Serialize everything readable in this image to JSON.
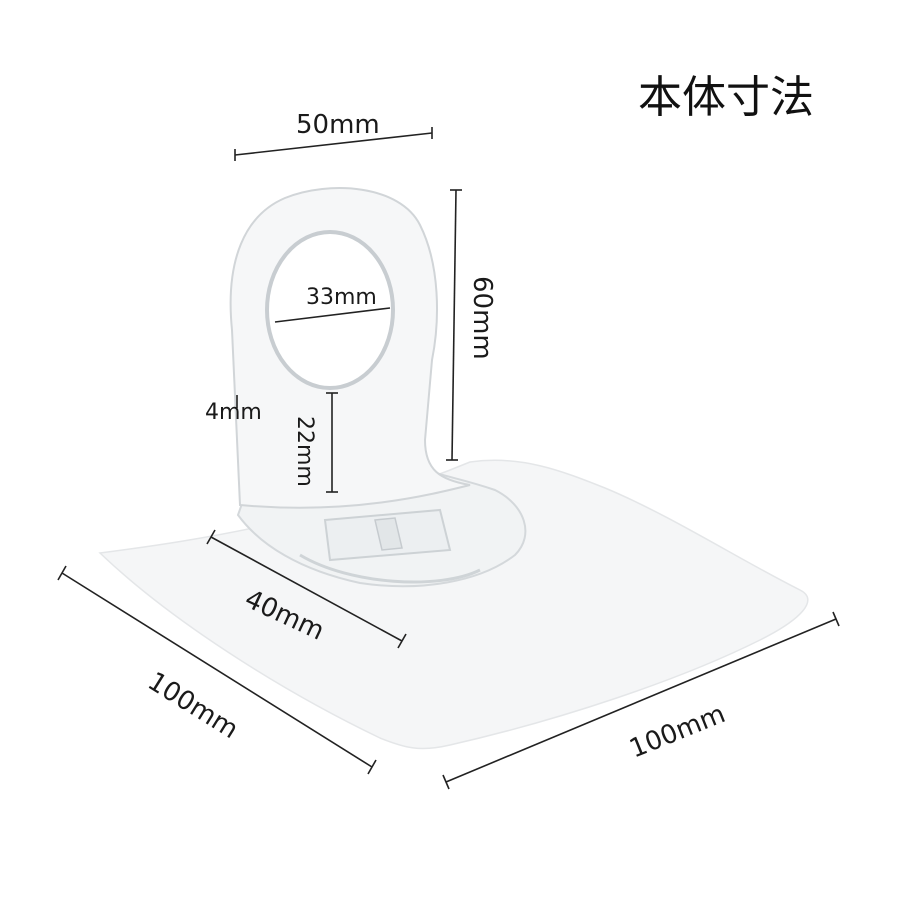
{
  "title": "本体寸法",
  "dimensions": {
    "top_width": "50mm",
    "ring_inner": "33mm",
    "height": "60mm",
    "thickness": "4mm",
    "lower_height": "22mm",
    "base_depth": "40mm",
    "plate_left": "100mm",
    "plate_right": "100mm"
  }
}
